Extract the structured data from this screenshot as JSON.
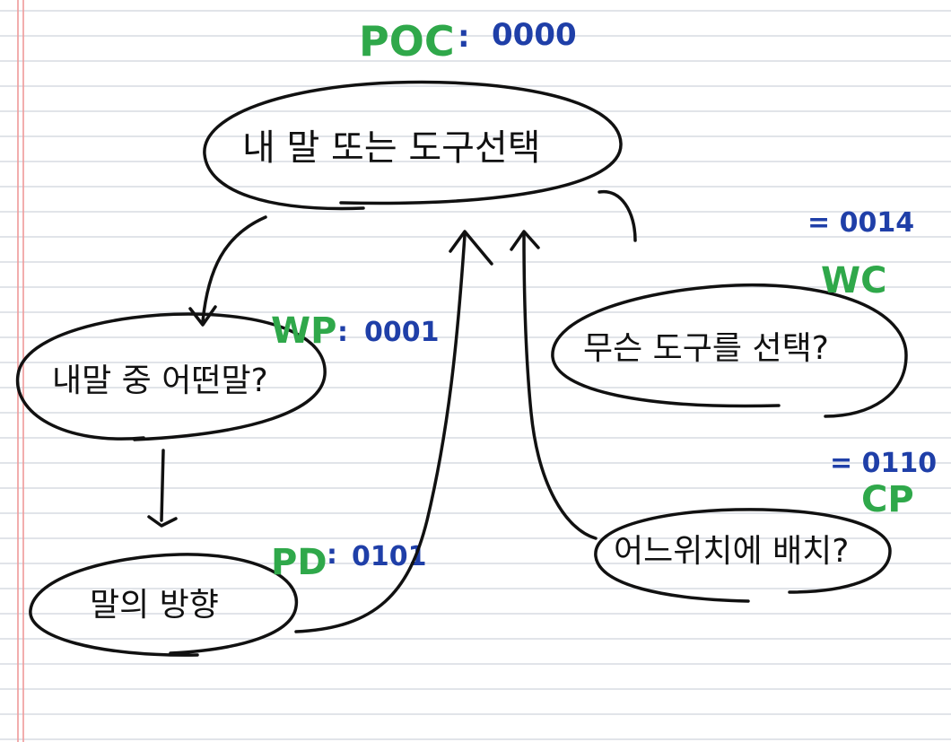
{
  "nodes": {
    "poc": {
      "label": "내 말 또는 도구선택",
      "tag": "POC",
      "code": "0000"
    },
    "wp": {
      "label": "내말 중 어떤말?",
      "tag": "WP",
      "code": "0001"
    },
    "pd": {
      "label": "말의 방향",
      "tag": "PD",
      "code": "0101"
    },
    "wc": {
      "label": "무슨 도구를 선택?",
      "tag": "WC",
      "code": "= 0014"
    },
    "cp": {
      "label": "어느위치에 배치?",
      "tag": "CP",
      "code": "= 0110"
    }
  },
  "colors": {
    "tag": "#2fa84a",
    "code": "#1f3fa8",
    "ink": "#111111",
    "ruled_line": "#d7dbe2",
    "margin_line": "#ef9a9a"
  }
}
